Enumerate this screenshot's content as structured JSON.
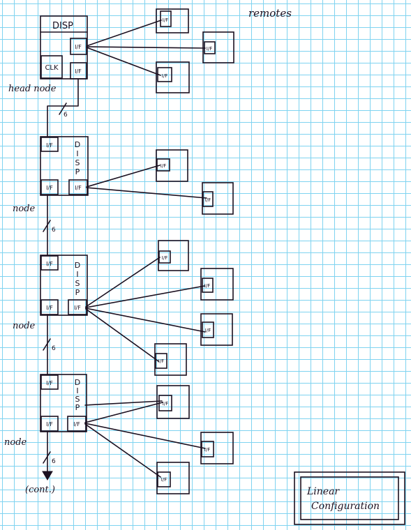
{
  "labels": {
    "remotes": "remotes",
    "head_node": "head node",
    "node": "node",
    "disp": "DISP",
    "disp_vertical": [
      "D",
      "I",
      "S",
      "P"
    ],
    "clk": "CLK",
    "iface": "I/F",
    "bus_width": "6",
    "continued": "(cont.)",
    "legend_line1": "Linear",
    "legend_line2": "Configuration"
  },
  "colors": {
    "ink": "#1b1020",
    "grid": "#7fd3f0",
    "paper": "#ffffff"
  }
}
